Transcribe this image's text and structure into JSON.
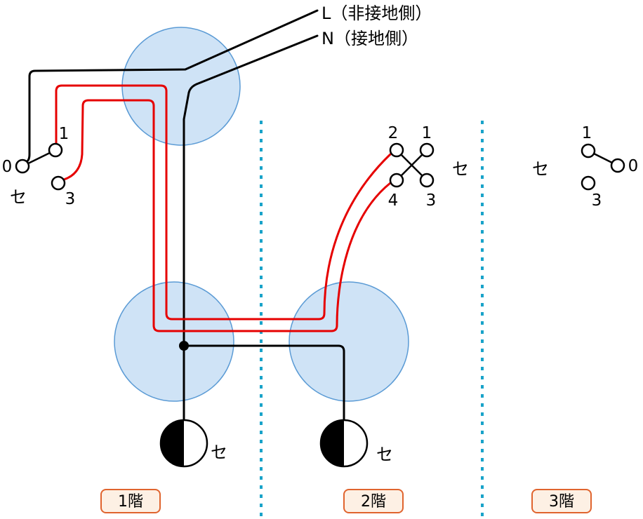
{
  "source": {
    "live_label": "L（非接地側）",
    "neutral_label": "N（接地側）"
  },
  "floor1": {
    "label": "1階",
    "switch": {
      "t0": "0",
      "t1": "1",
      "t3": "3",
      "mark": "セ"
    },
    "lamp_mark": "セ"
  },
  "floor2": {
    "label": "2階",
    "switch": {
      "t1": "1",
      "t2": "2",
      "t3": "3",
      "t4": "4",
      "mark": "セ"
    },
    "lamp_mark": "セ"
  },
  "floor3": {
    "label": "3階",
    "switch": {
      "t0": "0",
      "t1": "1",
      "t3": "3",
      "mark": "セ"
    }
  },
  "colors": {
    "wire_black": "#000000",
    "wire_red": "#e60000",
    "junction_fill": "#cfe3f6",
    "junction_stroke": "#5b9bd5",
    "divider": "#19a3c9",
    "floor_box_border": "#e0642e",
    "floor_box_fill": "#fdf0e4"
  }
}
